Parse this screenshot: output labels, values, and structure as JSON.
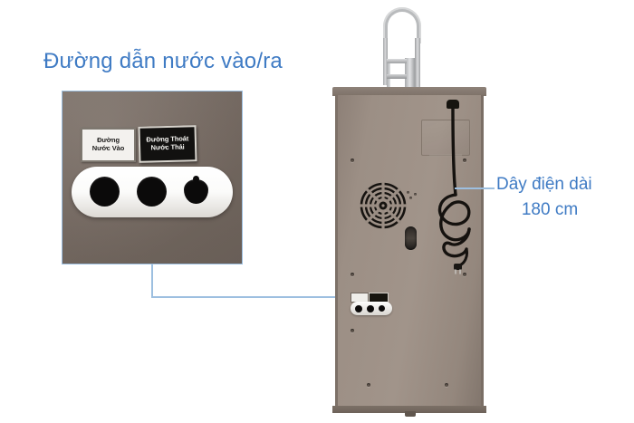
{
  "image": {
    "subject": "water-purifier-rear-view",
    "background_color": "#ffffff",
    "accent_color": "#3f7bc4",
    "connector_color": "#9dbfe0",
    "body_color": "#9a8d83",
    "inset_panel_color": "#7a6e66"
  },
  "heading": {
    "text": "Đường dẫn nước vào/ra"
  },
  "inset": {
    "name": "water-inlet-outlet-closeup",
    "labels": [
      {
        "id": "inlet",
        "line1": "Đường",
        "line2": "Nước Vào",
        "style": "white"
      },
      {
        "id": "drain",
        "line1": "Đường Thoát",
        "line2": "Nước Thải",
        "style": "black"
      }
    ],
    "ports": [
      {
        "id": "port-1",
        "shape": "circle"
      },
      {
        "id": "port-2",
        "shape": "circle"
      },
      {
        "id": "port-3",
        "shape": "valve"
      }
    ]
  },
  "callouts": [
    {
      "id": "power-cord",
      "line1": "Dây điện dài",
      "line2": "180 cm"
    }
  ],
  "product": {
    "name": "water-purifier",
    "parts": [
      {
        "id": "faucet",
        "label": "gooseneck-faucet"
      },
      {
        "id": "cabinet",
        "label": "rear-cabinet-panel"
      },
      {
        "id": "fan-vent",
        "label": "cooling-fan-vent"
      },
      {
        "id": "power-cord",
        "label": "coiled-power-cord"
      },
      {
        "id": "access-panel",
        "label": "recessed-access-panel"
      },
      {
        "id": "drain-port",
        "label": "oval-drain-port"
      },
      {
        "id": "water-ports",
        "label": "inlet-outlet-port-plate"
      }
    ]
  }
}
